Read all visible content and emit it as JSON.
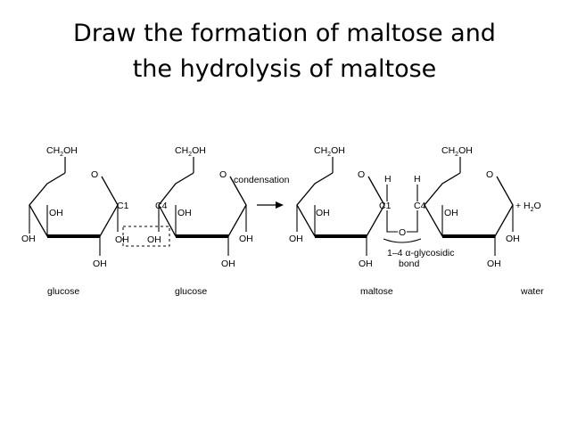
{
  "slide": {
    "title_line1": "Draw the formation of maltose and",
    "title_line2": "the hydrolysis of maltose"
  },
  "diagram": {
    "ch2oh": "CH",
    "ch2oh_sub": "2",
    "ch2oh_tail": "OH",
    "ring_oxygen": "O",
    "oh": "OH",
    "h": "H",
    "c1": "C1",
    "c4": "C4",
    "condensation": "condensation",
    "plus_water": "+ H",
    "plus_water_sub": "2",
    "plus_water_tail": "O",
    "link_oxygen": "O",
    "bond_line1": "1–4 α-glycosidic",
    "bond_line2": "bond",
    "label_glucose_1": "glucose",
    "label_glucose_2": "glucose",
    "label_maltose": "maltose",
    "label_water": "water"
  }
}
